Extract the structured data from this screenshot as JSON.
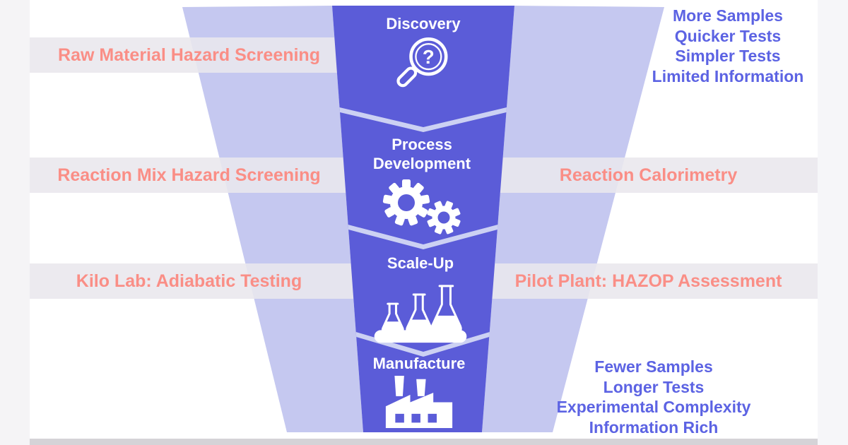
{
  "colors": {
    "background": "#ffffff",
    "funnel": "#5b5cd8",
    "wing": "#c5c8f0",
    "separator": "#ccd1f3",
    "coral_text": "#fa8e86",
    "blue_text": "#5c63e3",
    "band": "rgba(233,231,237,0.88)",
    "bottom_bar": "#d5d3d7",
    "strip_left": "#f5f4f6",
    "strip_right": "#f6f6f9",
    "stage_text": "#ffffff"
  },
  "funnel": {
    "stages": [
      {
        "label": "Discovery",
        "icon": "magnifier-question-icon",
        "glyph": "?"
      },
      {
        "label": "Process Development",
        "icon": "gears-icon"
      },
      {
        "label": "Scale-Up",
        "icon": "flasks-icon"
      },
      {
        "label": "Manufacture",
        "icon": "factory-icon"
      }
    ]
  },
  "left_column": {
    "labels": [
      "Raw Material Hazard Screening",
      "Reaction Mix Hazard Screening",
      "Kilo Lab: Adiabatic Testing"
    ]
  },
  "right_column": {
    "labels": [
      "Reaction Calorimetry",
      "Pilot Plant: HAZOP Assessment"
    ],
    "top_list": [
      "More Samples",
      "Quicker Tests",
      "Simpler Tests",
      "Limited Information"
    ],
    "bottom_list": [
      "Fewer Samples",
      "Longer Tests",
      "Experimental Complexity",
      "Information Rich"
    ]
  }
}
